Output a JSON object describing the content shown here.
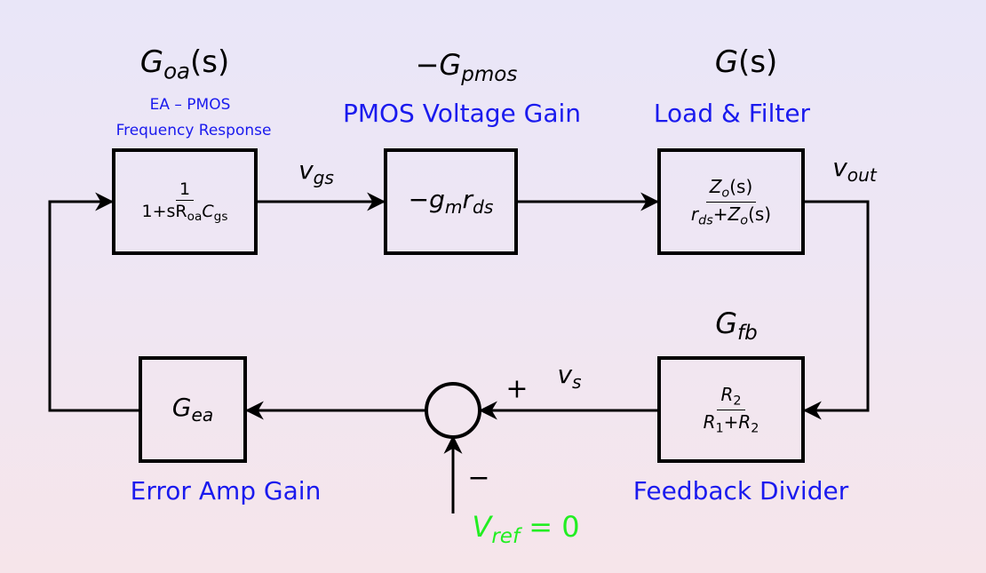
{
  "top_labels": {
    "goa_sym": "G",
    "goa_sub": "oa",
    "goa_arg": "(s)",
    "gpmos_sym": "−G",
    "gpmos_sub": "pmos",
    "g_sym": "G",
    "g_arg": "(s)"
  },
  "descriptions": {
    "ea_pmos_line1": "EA – PMOS",
    "ea_pmos_line2": "Frequency Response",
    "pmos_gain": "PMOS Voltage Gain",
    "load_filter": "Load & Filter",
    "error_amp": "Error Amp Gain",
    "feedback_divider": "Feedback Divider"
  },
  "blocks": {
    "goa": {
      "num": "1",
      "den_pre": "1+sR",
      "den_sub1": "oa",
      "den_mid": "C",
      "den_sub2": "gs"
    },
    "pmos": {
      "pre": "−g",
      "sub1": "m",
      "mid": "r",
      "sub2": "ds"
    },
    "load": {
      "num_pre": "Z",
      "num_sub": "o",
      "num_post": "(s)",
      "den_pre": "r",
      "den_sub1": "ds",
      "den_mid": "+Z",
      "den_sub2": "o",
      "den_post": "(s)"
    },
    "gfb": {
      "num_pre": "R",
      "num_sub": "2",
      "den_pre": "R",
      "den_sub1": "1",
      "den_mid": "+R",
      "den_sub2": "2"
    },
    "gea": {
      "sym": "G",
      "sub": "ea"
    }
  },
  "signals": {
    "vgs_sym": "v",
    "vgs_sub": "gs",
    "vout_sym": "v",
    "vout_sub": "out",
    "vs_sym": "v",
    "vs_sub": "s",
    "gfb_sym": "G",
    "gfb_sub": "fb",
    "plus": "+",
    "minus": "−",
    "vref_sym": "V",
    "vref_sub": "ref",
    "vref_rest": " = 0"
  },
  "colors": {
    "description": "#1a1aee",
    "vref": "#22ee22",
    "line": "#000000"
  }
}
